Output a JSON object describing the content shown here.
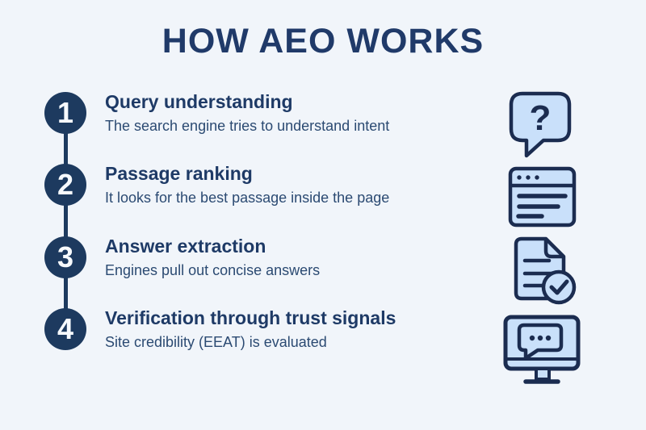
{
  "title": "HOW AEO WORKS",
  "colors": {
    "background": "#f1f5fa",
    "navy": "#1d3a5f",
    "title_text": "#203a69",
    "step_title_text": "#1e3a66",
    "description_text": "#2b4a72",
    "icon_fill": "#c9e0fa",
    "icon_stroke": "#1b2c50",
    "number_text": "#f7fafd"
  },
  "icons": {
    "question_glyph": "?"
  },
  "steps": [
    {
      "number": "1",
      "title": "Query understanding",
      "description": "The search engine tries to understand intent",
      "icon": "question-bubble-icon"
    },
    {
      "number": "2",
      "title": "Passage ranking",
      "description": "It looks for the best passage inside the page",
      "icon": "browser-window-icon"
    },
    {
      "number": "3",
      "title": "Answer extraction",
      "description": "Engines pull out concise answers",
      "icon": "document-check-icon"
    },
    {
      "number": "4",
      "title": "Verification through trust signals",
      "description": "Site credibility (EEAT) is evaluated",
      "icon": "monitor-chat-icon"
    }
  ]
}
